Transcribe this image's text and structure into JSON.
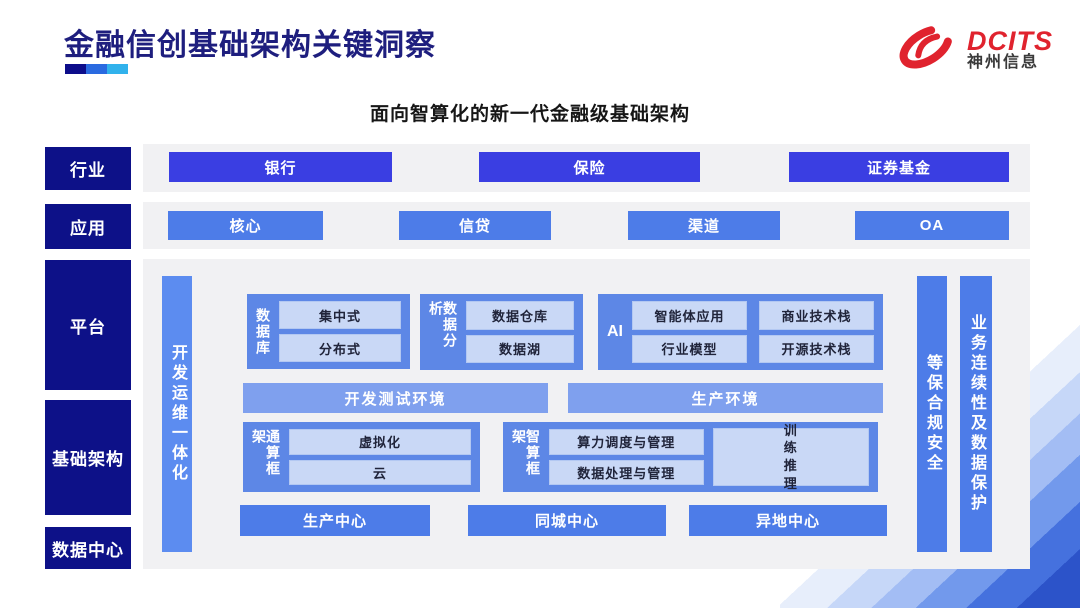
{
  "header": {
    "title": "金融信创基础架构关键洞察",
    "subtitle": "面向智算化的新一代金融级基础架构",
    "logo": {
      "brand": "DCITS",
      "company": "神州信息"
    }
  },
  "colors": {
    "navy": "#0d1188",
    "title_navy": "#1e1e7e",
    "indigo_chip": "#3a3ee2",
    "blue_chip": "#4d7ce8",
    "block_blue": "#5d87e6",
    "env_bar_blue": "#7fa0ee",
    "light_box": "#c9d8f6",
    "panel_gray": "#f1f1f3",
    "logo_red": "#e0232e"
  },
  "left_labels": {
    "industry": "行业",
    "application": "应用",
    "platform": "平台",
    "infrastructure": "基础架构",
    "datacenter": "数据中心"
  },
  "industry": {
    "items": [
      "银行",
      "保险",
      "证券基金"
    ]
  },
  "application": {
    "items": [
      "核心",
      "信贷",
      "渠道",
      "OA"
    ]
  },
  "platform": {
    "devops_bar": "开发运维一体化",
    "security_bar": "等保合规安全",
    "continuity_bar": "业务连续性及数据保护",
    "database": {
      "label": "数据库",
      "items": [
        "集中式",
        "分布式"
      ]
    },
    "analytics": {
      "label": "数据分析",
      "items": [
        "数据仓库",
        "数据湖"
      ]
    },
    "ai": {
      "label": "AI",
      "items": [
        "智能体应用",
        "商业技术栈",
        "行业模型",
        "开源技术栈"
      ]
    },
    "environments": [
      "开发测试环境",
      "生产环境"
    ],
    "general_compute": {
      "label": "通算框架",
      "items": [
        "虚拟化",
        "云"
      ]
    },
    "intelligent_compute": {
      "label": "智算框架",
      "items": [
        "算力调度与管理",
        "数据处理与管理"
      ],
      "side_box": "训练推理"
    },
    "centers": [
      "生产中心",
      "同城中心",
      "异地中心"
    ]
  }
}
